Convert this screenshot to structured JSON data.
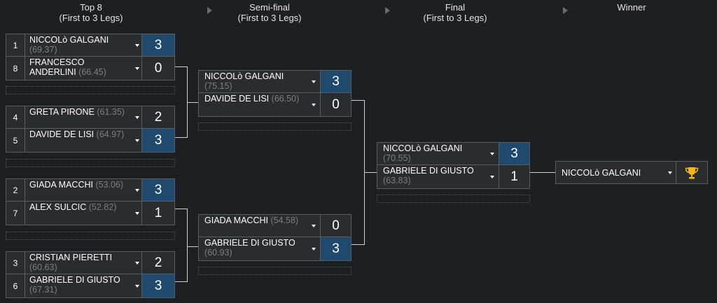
{
  "headers": {
    "top8": {
      "title": "Top 8",
      "sub": "(First to 3 Legs)"
    },
    "semi": {
      "title": "Semi-final",
      "sub": "(First to 3 Legs)"
    },
    "final": {
      "title": "Final",
      "sub": "(First to 3 Legs)"
    },
    "winner": {
      "title": "Winner"
    }
  },
  "top8": [
    {
      "players": [
        {
          "seed": "1",
          "name": "NICCOLò GALGANI",
          "avg": "(69.37)",
          "score": "3",
          "win": true
        },
        {
          "seed": "8",
          "name": "FRANCESCO ANDERLINI",
          "avg": "(66.45)",
          "score": "0",
          "win": false
        }
      ]
    },
    {
      "players": [
        {
          "seed": "4",
          "name": "GRETA PIRONE",
          "avg": "(61.35)",
          "score": "2",
          "win": false
        },
        {
          "seed": "5",
          "name": "DAVIDE DE LISI",
          "avg": "(64.97)",
          "score": "3",
          "win": true
        }
      ]
    },
    {
      "players": [
        {
          "seed": "2",
          "name": "GIADA MACCHI",
          "avg": "(53.06)",
          "score": "3",
          "win": true
        },
        {
          "seed": "7",
          "name": "ALEX SULCIC",
          "avg": "(52.82)",
          "score": "1",
          "win": false
        }
      ]
    },
    {
      "players": [
        {
          "seed": "3",
          "name": "CRISTIAN PIERETTI",
          "avg": "(60.63)",
          "score": "2",
          "win": false
        },
        {
          "seed": "6",
          "name": "GABRIELE DI GIUSTO",
          "avg": "(67.31)",
          "score": "3",
          "win": true
        }
      ]
    }
  ],
  "semi": [
    {
      "players": [
        {
          "name": "NICCOLò GALGANI",
          "avg": "(75.15)",
          "score": "3",
          "win": true
        },
        {
          "name": "DAVIDE DE LISI",
          "avg": "(66.50)",
          "score": "0",
          "win": false
        }
      ]
    },
    {
      "players": [
        {
          "name": "GIADA MACCHI",
          "avg": "(54.58)",
          "score": "0",
          "win": false
        },
        {
          "name": "GABRIELE DI GIUSTO",
          "avg": "(60.93)",
          "score": "3",
          "win": true
        }
      ]
    }
  ],
  "final": [
    {
      "players": [
        {
          "name": "NICCOLò GALGANI",
          "avg": "(70.55)",
          "score": "3",
          "win": true
        },
        {
          "name": "GABRIELE DI GIUSTO",
          "avg": "(63.83)",
          "score": "1",
          "win": false
        }
      ]
    }
  ],
  "winner": {
    "name": "NICCOLò GALGANI",
    "icon": "trophy-icon"
  },
  "colors": {
    "win_score_bg": "#20496e",
    "row_bg": "#2b2c2f",
    "page_bg": "#1e1f22",
    "trophy": "#f2b51c"
  }
}
